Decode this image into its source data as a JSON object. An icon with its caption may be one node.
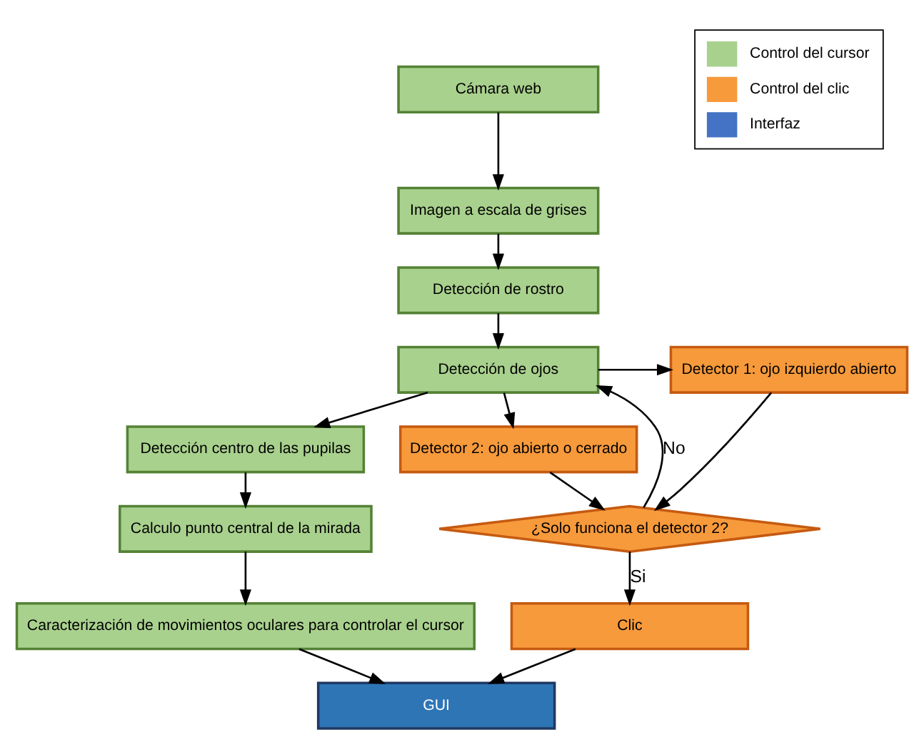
{
  "diagram": {
    "nodes": [
      {
        "text": [
          "Cámara web"
        ]
      },
      {
        "text": [
          "Imagen a escala de grises"
        ]
      },
      {
        "text": [
          "Detección de rostro"
        ]
      },
      {
        "text": [
          "Detección de ojos"
        ]
      },
      {
        "text": [
          "Detección centro de las pupilas"
        ]
      },
      {
        "text": [
          "Calculo punto central de la mirada"
        ]
      },
      {
        "text": [
          "Caracterización de movimientos oculares para controlar el cursor"
        ]
      },
      {
        "text": [
          "Detector 1: ojo izquierdo abierto"
        ]
      },
      {
        "text": [
          "Detector 2: ojo abierto o cerrado"
        ]
      },
      {
        "text": [
          "¿Solo funciona el detector 2?"
        ]
      },
      {
        "text": [
          "Clic"
        ]
      },
      {
        "text": [
          "GUI"
        ]
      }
    ],
    "edges": [
      {
        "from": 0,
        "to": 1,
        "arrow": "to"
      },
      {
        "from": 1,
        "to": 2,
        "arrow": "to"
      },
      {
        "from": 2,
        "to": 3,
        "arrow": "to"
      },
      {
        "from": 3,
        "to": 4,
        "arrow": "to"
      },
      {
        "from": 4,
        "to": 5,
        "arrow": "to"
      },
      {
        "from": 5,
        "to": 6,
        "arrow": "to"
      },
      {
        "from": 3,
        "to": 7,
        "arrow": "to"
      },
      {
        "from": 3,
        "to": 8,
        "arrow": "to"
      },
      {
        "from": 7,
        "to": 9,
        "arrow": "to"
      },
      {
        "from": 8,
        "to": 9,
        "arrow": "to"
      },
      {
        "from": 9,
        "to": 3,
        "arrow": "to",
        "label": "No"
      },
      {
        "from": 9,
        "to": 10,
        "arrow": "to",
        "label": "Si"
      },
      {
        "from": 10,
        "to": 11,
        "arrow": "to"
      },
      {
        "from": 6,
        "to": 11,
        "arrow": "to"
      }
    ],
    "legend": [
      {
        "text": "Control del cursor",
        "color": "#a9d18e"
      },
      {
        "text": "Control del clic",
        "color": "#f79a3b"
      },
      {
        "text": "Interfaz",
        "color": "#4472c4"
      }
    ]
  }
}
